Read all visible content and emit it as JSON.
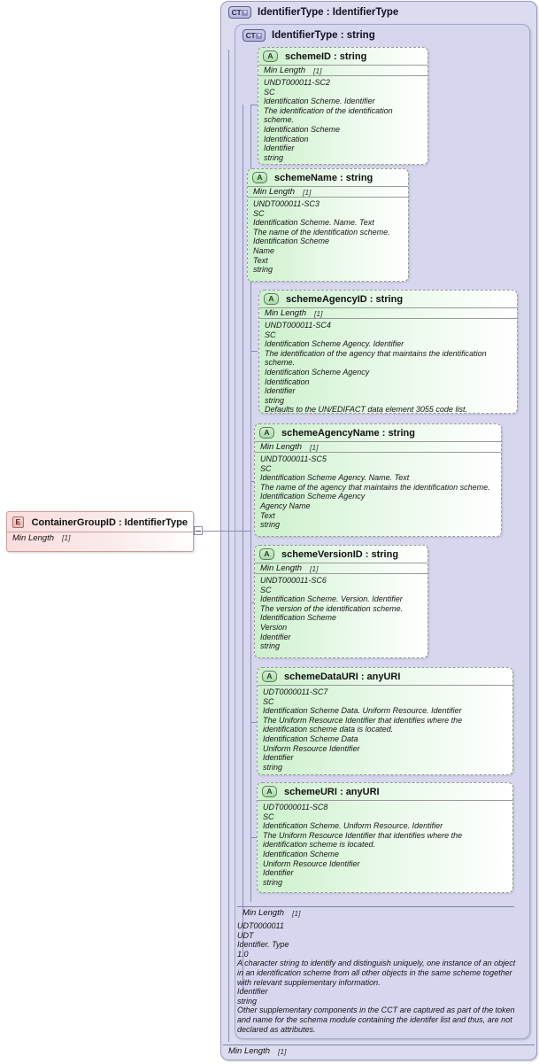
{
  "diagram": {
    "type": "xsd-schema-diagram",
    "outer_container": {
      "badge": "CT",
      "title": "IdentifierType : IdentifierType",
      "facet_label": "Min Length",
      "facet_value": "[1]"
    },
    "inner_container": {
      "badge": "CT",
      "title": "IdentifierType : string",
      "facet_label": "Min Length",
      "facet_value": "[1]",
      "documentation": [
        "UDT0000011",
        "UDT",
        "Identifier. Type",
        "1.0",
        "A character string to identify and distinguish uniquely, one instance of an object in an identification scheme from all other objects in the same scheme together with relevant supplementary information.",
        "Identifier",
        "string",
        "Other supplementary components in the CCT are captured as part of the token and name for the schema module containing the identifer list and thus, are not declared as attributes."
      ]
    },
    "element": {
      "badge": "E",
      "title": "ContainerGroupID : IdentifierType",
      "facet_label": "Min Length",
      "facet_value": "[1]"
    },
    "attributes": [
      {
        "badge": "A",
        "title": "schemeID : string",
        "facet_label": "Min Length",
        "facet_value": "[1]",
        "documentation": [
          "UNDT000011-SC2",
          "SC",
          "Identification Scheme. Identifier",
          "The identification of the identification scheme.",
          "Identification Scheme",
          "Identification",
          "Identifier",
          "string"
        ]
      },
      {
        "badge": "A",
        "title": "schemeName : string",
        "facet_label": "Min Length",
        "facet_value": "[1]",
        "documentation": [
          "UNDT000011-SC3",
          "SC",
          "Identification Scheme. Name. Text",
          "The name of the identification scheme.",
          "Identification Scheme",
          "Name",
          "Text",
          "string"
        ]
      },
      {
        "badge": "A",
        "title": "schemeAgencyID : string",
        "facet_label": "Min Length",
        "facet_value": "[1]",
        "documentation": [
          "UNDT000011-SC4",
          "SC",
          "Identification Scheme Agency. Identifier",
          "The identification of the agency that maintains the identification scheme.",
          "Identification Scheme Agency",
          "Identification",
          "Identifier",
          "string",
          "Defaults to the UN/EDIFACT data element 3055 code list."
        ]
      },
      {
        "badge": "A",
        "title": "schemeAgencyName : string",
        "facet_label": "Min Length",
        "facet_value": "[1]",
        "documentation": [
          "UNDT000011-SC5",
          "SC",
          "Identification Scheme Agency. Name. Text",
          "The name of the agency that maintains the identification scheme.",
          "Identification Scheme Agency",
          "Agency Name",
          "Text",
          "string"
        ]
      },
      {
        "badge": "A",
        "title": "schemeVersionID : string",
        "facet_label": "Min Length",
        "facet_value": "[1]",
        "documentation": [
          "UNDT000011-SC6",
          "SC",
          "Identification Scheme. Version. Identifier",
          "The version of the identification scheme.",
          "Identification Scheme",
          "Version",
          "Identifier",
          "string"
        ]
      },
      {
        "badge": "A",
        "title": "schemeDataURI : anyURI",
        "facet_label": "",
        "facet_value": "",
        "documentation": [
          "UDT0000011-SC7",
          "SC",
          "Identification Scheme Data. Uniform Resource. Identifier",
          "The Uniform Resource Identifier that identifies where the identification scheme data is located.",
          "Identification Scheme Data",
          "Uniform Resource Identifier",
          "Identifier",
          "string"
        ]
      },
      {
        "badge": "A",
        "title": "schemeURI : anyURI",
        "facet_label": "",
        "facet_value": "",
        "documentation": [
          "UDT0000011-SC8",
          "SC",
          "Identification Scheme. Uniform Resource. Identifier",
          "The Uniform Resource Identifier that identifies where the identification scheme is located.",
          "Identification Scheme",
          "Uniform Resource Identifier",
          "Identifier",
          "string"
        ]
      }
    ],
    "colors": {
      "container_fill": "#dcdcf0",
      "attribute_fill": "#ccf0cc",
      "element_fill": "#fadddd",
      "connector": "#8c8cb2"
    }
  }
}
